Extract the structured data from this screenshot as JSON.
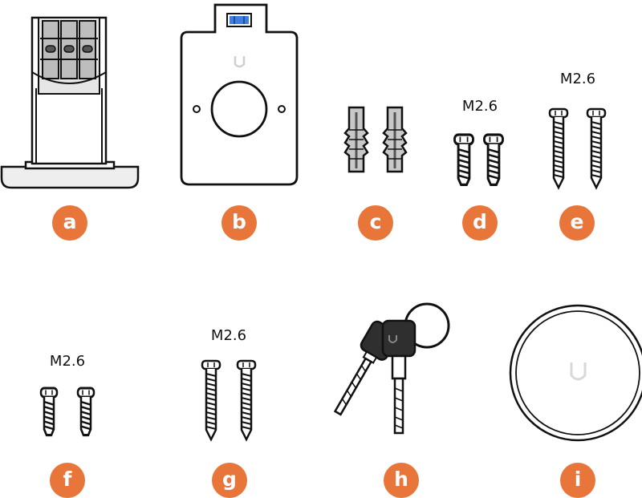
{
  "items": [
    {
      "letter": "a"
    },
    {
      "letter": "b"
    },
    {
      "letter": "c"
    },
    {
      "letter": "d",
      "size": "M2.6"
    },
    {
      "letter": "e",
      "size": "M2.6"
    },
    {
      "letter": "f",
      "size": "M2.6"
    },
    {
      "letter": "g",
      "size": "M2.6"
    },
    {
      "letter": "h"
    },
    {
      "letter": "i"
    }
  ],
  "colors": {
    "label": "#e8763a",
    "stroke": "#111111",
    "fill_light": "#eeeeee",
    "fill_mid": "#bbbbbb",
    "level_blue": "#3d7fe0",
    "key_dark": "#2f2f2f"
  },
  "icons": [
    "stand-icon",
    "mounting-plate-icon",
    "wall-anchor-icon",
    "short-screw-icon",
    "long-screw-icon",
    "key-ring-icon",
    "round-cover-icon"
  ]
}
